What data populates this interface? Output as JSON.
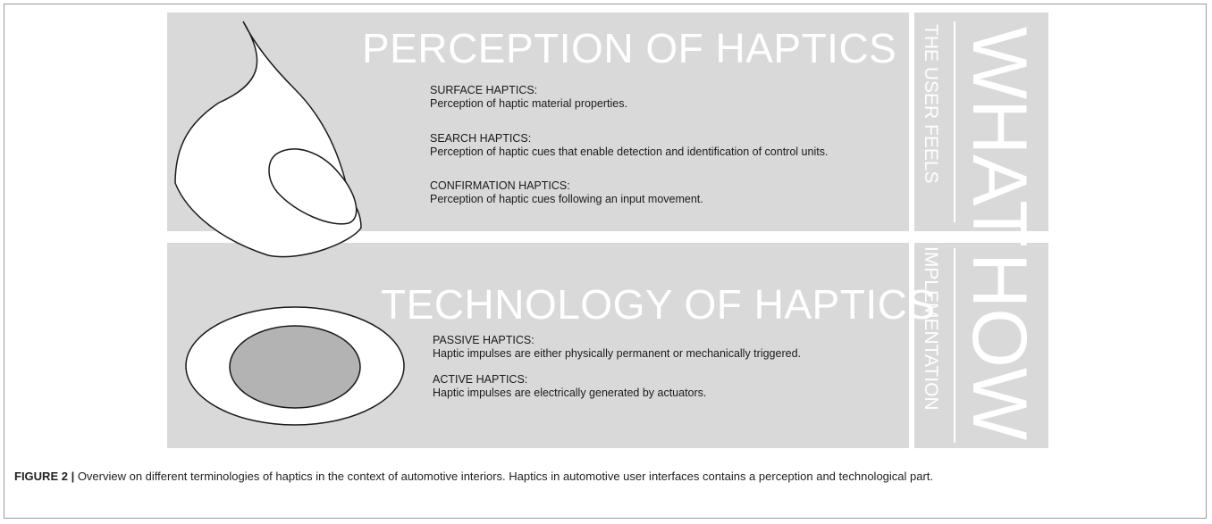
{
  "what_panel": {
    "title": "PERCEPTION OF HAPTICS",
    "sections": [
      {
        "heading": "SURFACE HAPTICS:",
        "text": "Perception of haptic material properties."
      },
      {
        "heading": "SEARCH HAPTICS:",
        "text": "Perception of haptic cues that enable detection and identification of control units."
      },
      {
        "heading": "CONFIRMATION HAPTICS:",
        "text": "Perception of haptic cues following an input movement."
      }
    ],
    "side_small": "THE USER FEELS",
    "side_big": "WHAT"
  },
  "how_panel": {
    "title": "TECHNOLOGY OF HAPTICS",
    "sections": [
      {
        "heading": "PASSIVE HAPTICS:",
        "text": "Haptic impulses are either physically permanent or mechanically triggered."
      },
      {
        "heading": "ACTIVE HAPTICS:",
        "text": "Haptic impulses are electrically generated by actuators."
      }
    ],
    "side_small": "IMPLEMENTATION",
    "side_big": "HOW"
  },
  "caption": {
    "label": "FIGURE 2 |",
    "text": " Overview on different terminologies of haptics in the context of automotive interiors. Haptics in automotive user interfaces contains a perception and technological part."
  },
  "colors": {
    "panel": "#d9d9d9",
    "button_fill": "#b3b3b3",
    "title_text": "#ffffff"
  },
  "icons": [
    "finger-illustration",
    "haptic-button-illustration"
  ]
}
